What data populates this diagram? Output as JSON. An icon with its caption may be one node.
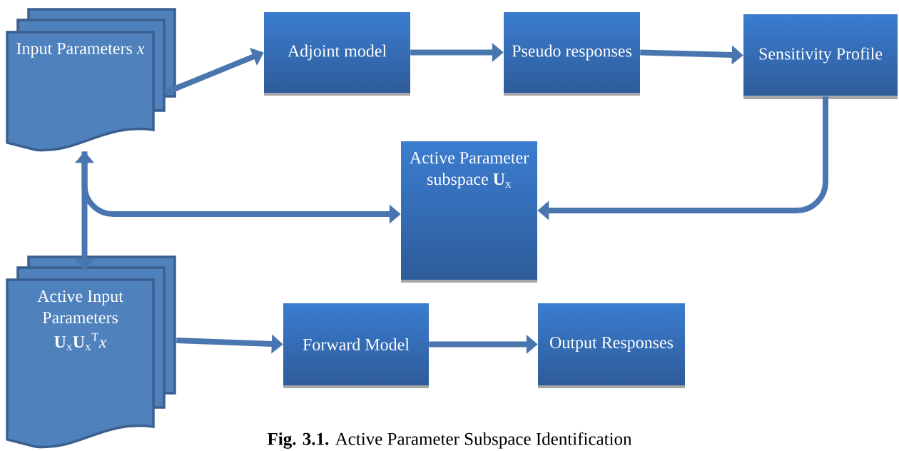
{
  "diagram": {
    "caption": "**Fig. 3.1.** Active Parameter Subspace Identification",
    "nodes": [
      {
        "text": [
          "Input Parameters *x*"
        ]
      },
      {
        "text": [
          "Adjoint model"
        ]
      },
      {
        "text": [
          "Pseudo responses"
        ]
      },
      {
        "text": [
          "Sensitivity Profile"
        ]
      },
      {
        "text": [
          "Active Parameter subspace **U**$_{x}$"
        ]
      },
      {
        "text": [
          "Active Input Parameters",
          "**U**$_{x}$**U**$_{x}$$^{T}$*x*"
        ]
      },
      {
        "text": [
          "Forward Model"
        ]
      },
      {
        "text": [
          "Output Responses"
        ]
      }
    ],
    "edges": [
      {
        "from": 0,
        "to": 1,
        "arrow": "to"
      },
      {
        "from": 1,
        "to": 2,
        "arrow": "to"
      },
      {
        "from": 2,
        "to": 3,
        "arrow": "to"
      },
      {
        "from": 3,
        "to": 4,
        "arrow": "to"
      },
      {
        "from": 0,
        "to": 5,
        "arrow": "both"
      },
      {
        "from": 0,
        "to": 4,
        "arrow": "to"
      },
      {
        "from": 5,
        "to": 6,
        "arrow": "to"
      },
      {
        "from": 6,
        "to": 7,
        "arrow": "to"
      }
    ]
  }
}
